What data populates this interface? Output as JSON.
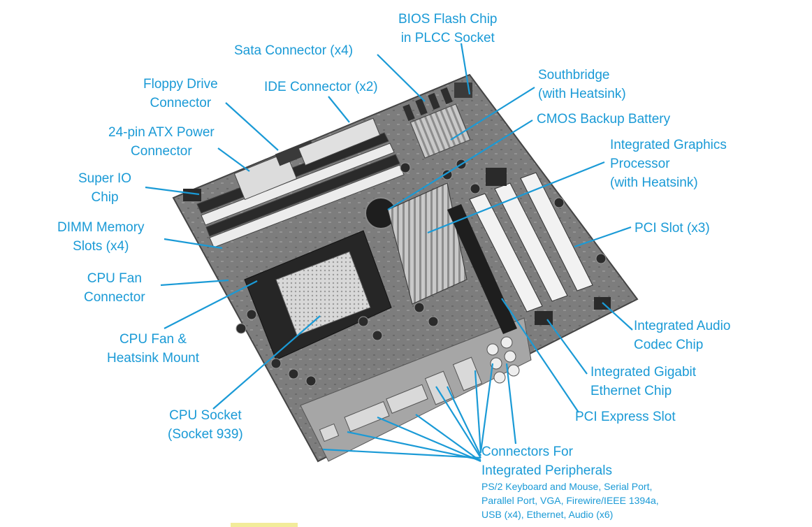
{
  "colors": {
    "label": "#1a9ad6",
    "board": "#8a8a8a",
    "highlight": "#f2ec9a"
  },
  "labels": {
    "bios": [
      "BIOS Flash Chip",
      "in PLCC Socket"
    ],
    "sata": [
      "Sata Connector (x4)"
    ],
    "southbridge": [
      "Southbridge",
      "(with Heatsink)"
    ],
    "floppy": [
      "Floppy Drive",
      "Connector"
    ],
    "ide": [
      "IDE Connector (x2)"
    ],
    "cmos": [
      "CMOS Backup Battery"
    ],
    "atx": [
      "24-pin  ATX Power",
      "Connector"
    ],
    "igp": [
      "Integrated Graphics",
      "Processor",
      "(with Heatsink)"
    ],
    "superio": [
      "Super IO",
      "Chip"
    ],
    "dimm": [
      "DIMM Memory",
      "Slots (x4)"
    ],
    "pci": [
      "PCI Slot (x3)"
    ],
    "cpufan": [
      "CPU Fan",
      "Connector"
    ],
    "audio": [
      "Integrated Audio",
      "Codec Chip"
    ],
    "heatsink": [
      "CPU Fan &",
      "Heatsink Mount"
    ],
    "ethernet": [
      "Integrated Gigabit",
      "Ethernet Chip"
    ],
    "pcie": [
      "PCI Express Slot"
    ],
    "cpusocket": [
      "CPU Socket",
      "(Socket 939)"
    ],
    "peripherals": [
      "Connectors For",
      "Integrated Peripherals"
    ],
    "peripherals_detail": [
      "PS/2 Keyboard and Mouse, Serial Port,",
      "Parallel Port, VGA, Firewire/IEEE 1394a,",
      "USB (x4), Ethernet, Audio (x6)"
    ]
  }
}
